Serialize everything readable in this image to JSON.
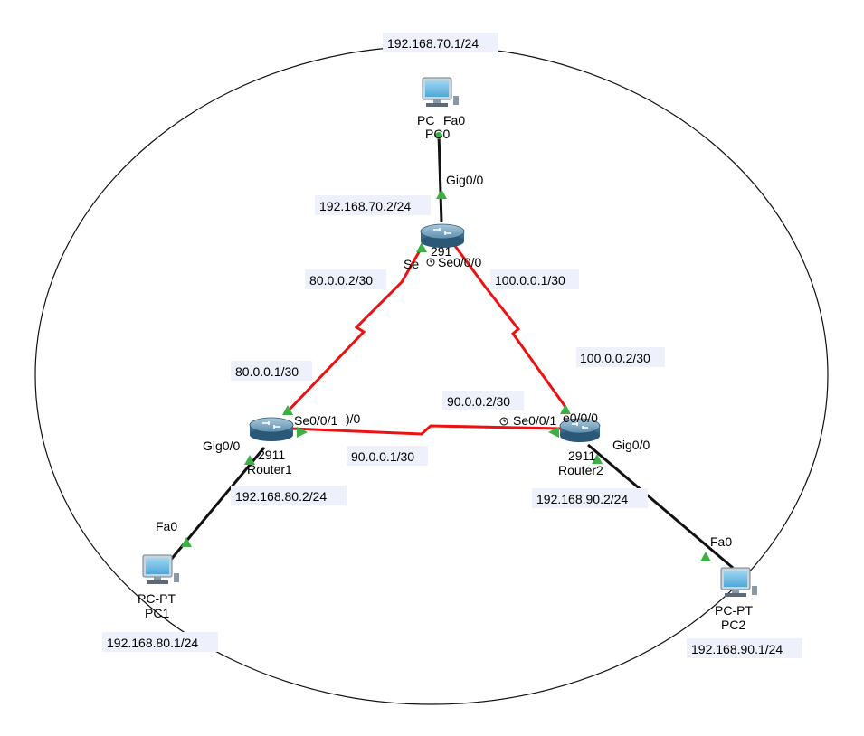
{
  "colors": {
    "serial_link": "#ee1111",
    "ethernet_link": "#111111",
    "port_up": "#3cb043",
    "ip_box": "#eef1fb",
    "boundary": "#111111"
  },
  "devices": {
    "pc0": {
      "type_label": "PC",
      "name": "PC0",
      "ip": "192.168.70.1/24",
      "port": "Fa0"
    },
    "pc1": {
      "type_label": "PC-PT",
      "name": "PC1",
      "ip": "192.168.80.1/24",
      "port": "Fa0"
    },
    "pc2": {
      "type_label": "PC-PT",
      "name": "PC2",
      "ip": "192.168.90.1/24",
      "port": "Fa0"
    },
    "router0": {
      "model_partial": "291",
      "lan_ip": "192.168.70.2/24",
      "lan_port": "Gig0/0",
      "serial_left_partial": "Se",
      "serial_right": "Se0/0/0"
    },
    "router1": {
      "model": "2911",
      "name": "Router1",
      "lan_ip": "192.168.80.2/24",
      "lan_port": "Gig0/0",
      "serial_port": "Se0/0/1",
      "serial_port2_partial": ")/0"
    },
    "router2": {
      "model": "2911",
      "name": "Router2",
      "lan_ip": "192.168.90.2/24",
      "lan_port": "Gig0/0",
      "serial_port": "Se0/0/1",
      "serial_port2_partial": "e0/0/0"
    }
  },
  "links": {
    "r0_r1": {
      "ip_r0": "80.0.0.2/30",
      "ip_r1": "80.0.0.1/30"
    },
    "r0_r2": {
      "ip_r0": "100.0.0.1/30",
      "ip_r2": "100.0.0.2/30"
    },
    "r1_r2": {
      "ip_r1": "90.0.0.1/30",
      "ip_r2": "90.0.0.2/30"
    }
  }
}
